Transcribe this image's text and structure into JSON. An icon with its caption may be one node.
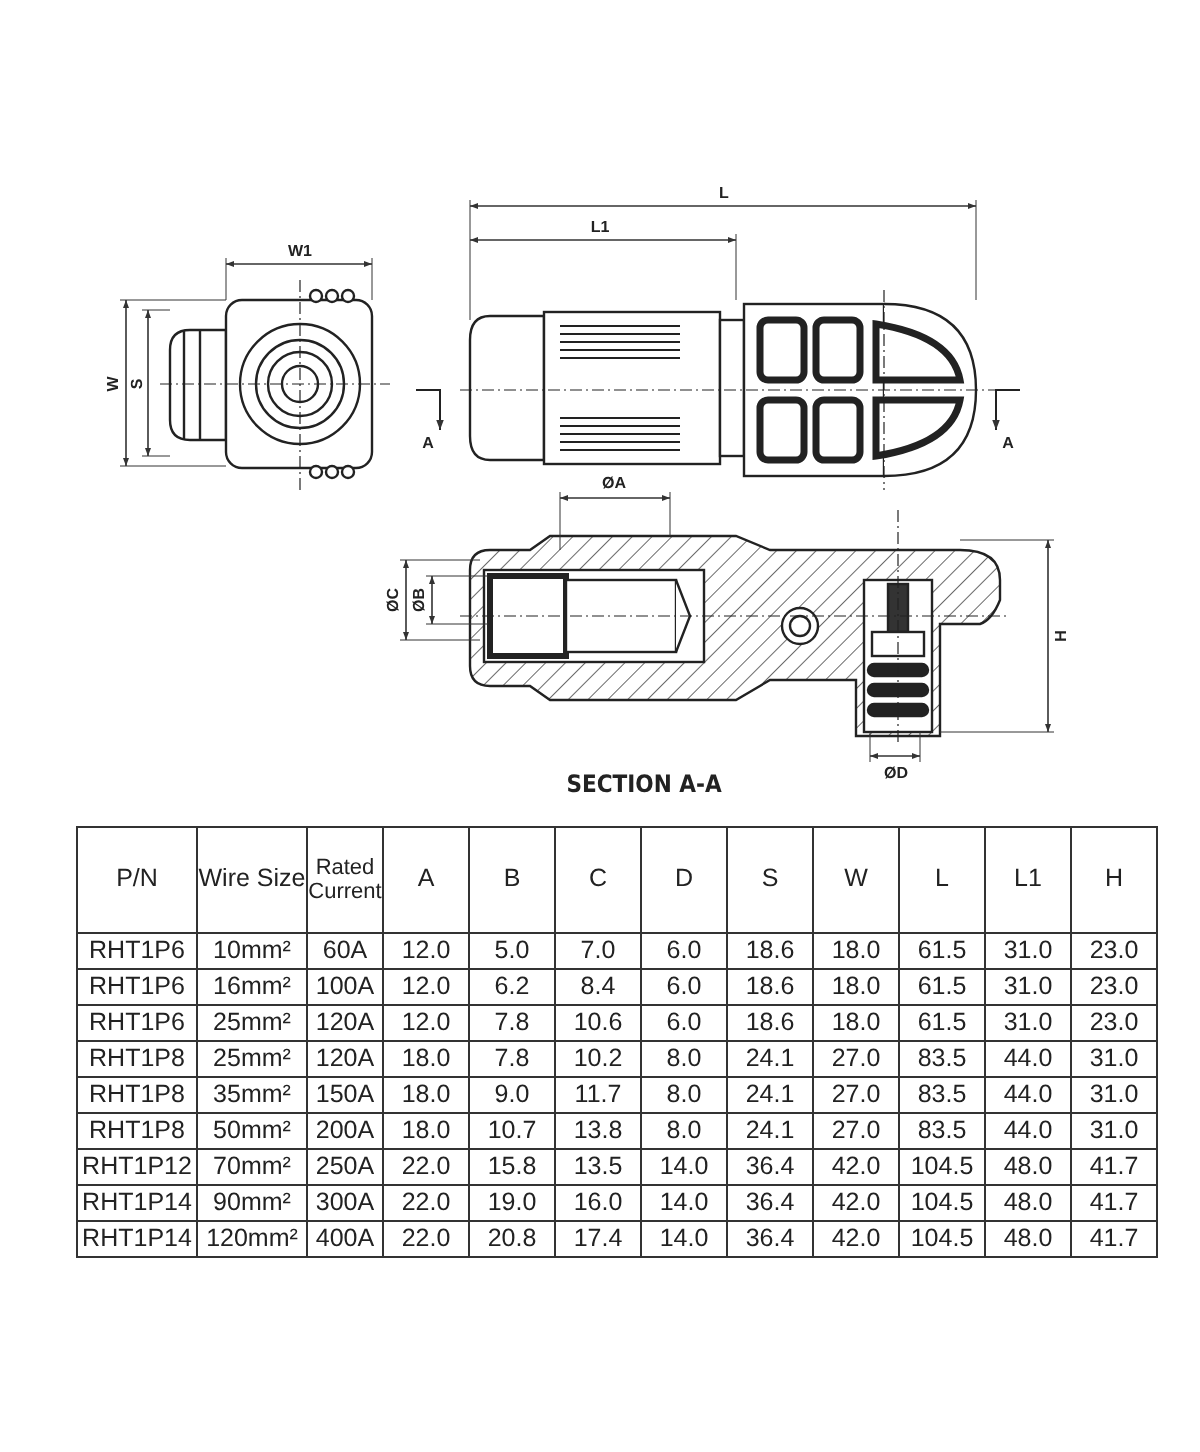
{
  "diagram": {
    "labels": [
      "L",
      "L1",
      "W1",
      "W",
      "S",
      "A",
      "A",
      "ØA",
      "ØC",
      "ØB",
      "H",
      "ØD",
      "SECTION A-A",
      "P/N",
      "Wire Size",
      "Rated Current",
      "A",
      "B",
      "C",
      "D",
      "S",
      "W",
      "L",
      "L1",
      "H",
      "RHT1P6",
      "10mm²",
      "60A",
      "12.0",
      "5.0",
      "7.0",
      "6.0",
      "18.6",
      "18.0",
      "61.5",
      "31.0",
      "23.0",
      "RHT1P6",
      "16mm²",
      "100A",
      "12.0",
      "6.2",
      "8.4",
      "6.0",
      "18.6",
      "18.0",
      "61.5",
      "31.0",
      "23.0",
      "RHT1P6",
      "25mm²",
      "120A",
      "12.0",
      "7.8",
      "10.6",
      "6.0",
      "18.6",
      "18.0",
      "61.5",
      "31.0",
      "23.0",
      "RHT1P8",
      "25mm²",
      "120A",
      "18.0",
      "7.8",
      "10.2",
      "8.0",
      "24.1",
      "27.0",
      "83.5",
      "44.0",
      "31.0",
      "RHT1P8",
      "35mm²",
      "150A",
      "18.0",
      "9.0",
      "11.7",
      "8.0",
      "24.1",
      "27.0",
      "83.5",
      "44.0",
      "31.0",
      "RHT1P8",
      "50mm²",
      "200A",
      "18.0",
      "10.7",
      "13.8",
      "8.0",
      "24.1",
      "27.0",
      "83.5",
      "44.0",
      "31.0",
      "RHT1P12",
      "70mm²",
      "250A",
      "22.0",
      "15.8",
      "13.5",
      "14.0",
      "36.4",
      "42.0",
      "104.5",
      "48.0",
      "41.7",
      "RHT1P14",
      "90mm²",
      "300A",
      "22.0",
      "19.0",
      "16.0",
      "14.0",
      "36.4",
      "42.0",
      "104.5",
      "48.0",
      "41.7",
      "RHT1P14",
      "120mm²",
      "400A",
      "22.0",
      "20.8",
      "17.4",
      "14.0",
      "36.4",
      "42.0",
      "104.5",
      "48.0",
      "41.7"
    ]
  }
}
